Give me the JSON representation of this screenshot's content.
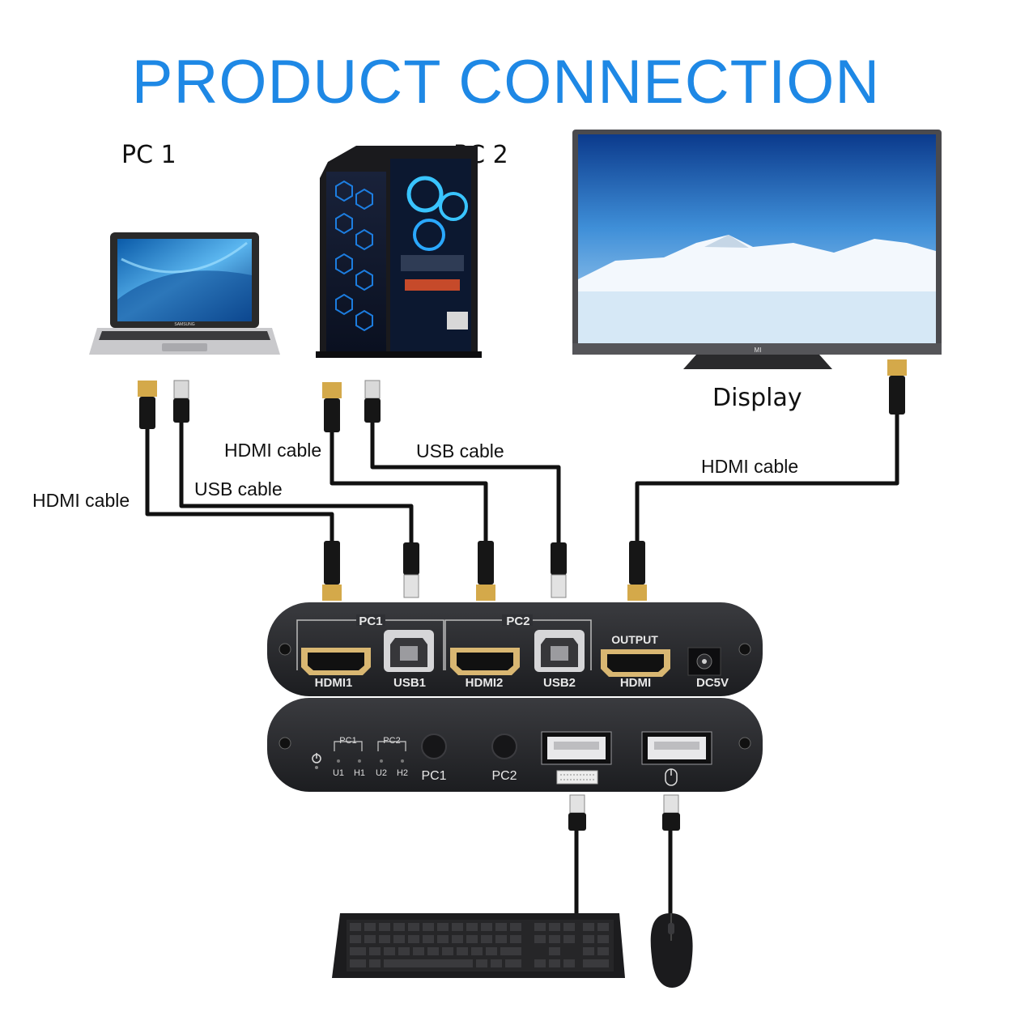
{
  "title": "PRODUCT CONNECTION",
  "devices": {
    "pc1": "PC 1",
    "pc2": "PC 2",
    "display": "Display",
    "laptop_brand": "SAMSUNG",
    "tv_brand": "MI"
  },
  "cables": {
    "hdmi_pc1": "HDMI cable",
    "usb_pc1": "USB cable",
    "hdmi_pc2": "HDMI cable",
    "usb_pc2": "USB cable",
    "hdmi_display": "HDMI cable"
  },
  "back_panel": {
    "group_pc1": "PC1",
    "group_pc2": "PC2",
    "output": "OUTPUT",
    "hdmi1": "HDMI1",
    "usb1": "USB1",
    "hdmi2": "HDMI2",
    "usb2": "USB2",
    "hdmi_out": "HDMI",
    "dc": "DC5V"
  },
  "front_panel": {
    "led_group_pc1": "PC1",
    "led_group_pc2": "PC2",
    "u1": "U1",
    "h1": "H1",
    "u2": "U2",
    "h2": "H2",
    "btn_pc1": "PC1",
    "btn_pc2": "PC2"
  },
  "colors": {
    "title": "#1e88e5",
    "device_body": "#2b2b2e",
    "cable": "#111111",
    "connector_gold": "#d4a94a"
  },
  "icons": [
    "keyboard-icon",
    "mouse-icon",
    "power-icon"
  ]
}
